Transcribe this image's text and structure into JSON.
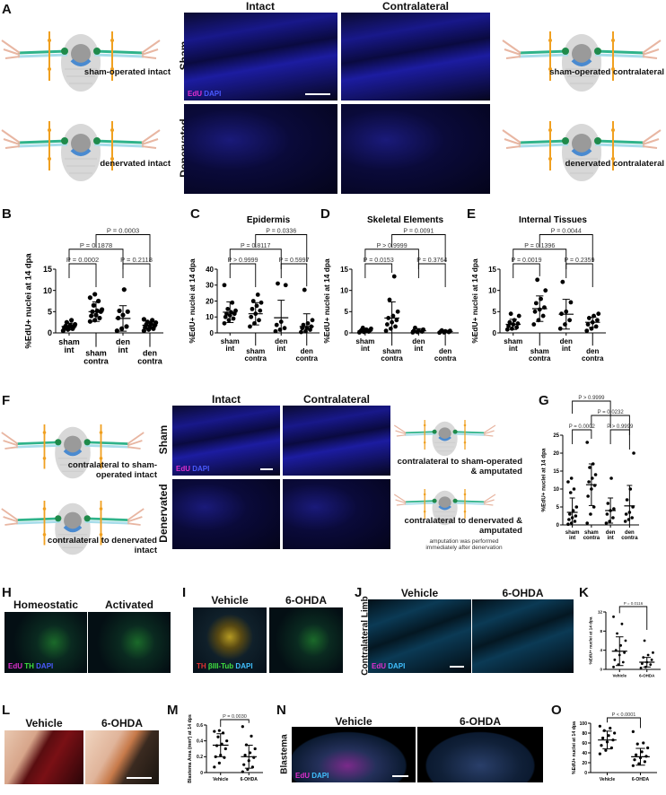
{
  "panels": {
    "A": "A",
    "B": "B",
    "C": "C",
    "D": "D",
    "E": "E",
    "F": "F",
    "G": "G",
    "H": "H",
    "I": "I",
    "J": "J",
    "K": "K",
    "L": "L",
    "M": "M",
    "N": "N",
    "O": "O"
  },
  "A": {
    "col_intact": "Intact",
    "col_contra": "Contralateral",
    "row_sham": "Sham",
    "row_den": "Denervated",
    "stain_edu": "EdU",
    "stain_dapi": "DAPI",
    "left_caps": [
      "sham-operated intact",
      "denervated intact"
    ],
    "right_caps": [
      "sham-operated contralateral",
      "denervated contralateral"
    ]
  },
  "F": {
    "col_intact": "Intact",
    "col_contra": "Contralateral",
    "row_sham": "Sham",
    "row_den": "Denervated",
    "stain_edu": "EdU",
    "stain_dapi": "DAPI",
    "left_caps": [
      "contralateral to sham-operated intact",
      "contralateral to denervated intact"
    ],
    "right_caps": [
      "contralateral to sham-operated & amputated",
      "contralateral to denervated & amputated"
    ],
    "note": "amputation was performed immediately after denervation"
  },
  "H": {
    "col1": "Homeostatic",
    "col2": "Activated",
    "stain_edu": "EdU",
    "stain_th": "TH",
    "stain_dapi": "DAPI"
  },
  "I": {
    "col1": "Vehicle",
    "col2": "6-OHDA",
    "stain_th": "TH",
    "stain_tub": "βIII-Tub",
    "stain_dapi": "DAPI"
  },
  "J": {
    "col1": "Vehicle",
    "col2": "6-OHDA",
    "row": "Contralateral Limb",
    "stain_edu": "EdU",
    "stain_dapi": "DAPI"
  },
  "L": {
    "col1": "Vehicle",
    "col2": "6-OHDA"
  },
  "N": {
    "col1": "Vehicle",
    "col2": "6-OHDA",
    "row": "Blastema",
    "stain_edu": "EdU",
    "stain_dapi": "DAPI"
  },
  "chart_data": [
    {
      "id": "B",
      "type": "scatter",
      "title": "",
      "ylabel": "%EdU+ nuclei at 14 dpa",
      "ylim": [
        0,
        15
      ],
      "yticks": [
        0,
        5,
        10,
        15
      ],
      "categories": [
        "sham int",
        "sham contra",
        "den int",
        "den contra"
      ],
      "points": [
        [
          0.5,
          0.8,
          1,
          1.2,
          1.4,
          1.5,
          1.6,
          1.8,
          2,
          2.5,
          3
        ],
        [
          2.7,
          3,
          3.5,
          4,
          4.2,
          5,
          5,
          5.2,
          5.5,
          6.5,
          7.5,
          8.3,
          9.1
        ],
        [
          0.5,
          1,
          1.5,
          3.5,
          4.2,
          5,
          5.2,
          10.2
        ],
        [
          0.5,
          0.8,
          1,
          1.3,
          1.5,
          1.7,
          2,
          2.2,
          2.4,
          2.6,
          3,
          3.2
        ]
      ],
      "means": [
        1.5,
        5,
        3.4,
        1.8
      ],
      "sd": [
        0.8,
        2.3,
        3,
        0.9
      ],
      "comparisons": [
        {
          "pair": [
            0,
            1
          ],
          "p": "P = 0.0002",
          "tier": 0
        },
        {
          "pair": [
            2,
            3
          ],
          "p": "P = 0.2118",
          "tier": 0
        },
        {
          "pair": [
            0,
            2
          ],
          "p": "P = 0.1878",
          "tier": 1
        },
        {
          "pair": [
            1,
            3
          ],
          "p": "P = 0.0003",
          "tier": 2
        }
      ]
    },
    {
      "id": "C",
      "type": "scatter",
      "title": "Epidermis",
      "ylabel": "%EdU+ nuclei at 14 dpa",
      "ylim": [
        0,
        40
      ],
      "yticks": [
        0,
        10,
        20,
        30,
        40
      ],
      "categories": [
        "sham int",
        "sham contra",
        "den int",
        "den contra"
      ],
      "points": [
        [
          6,
          8,
          9,
          10,
          11,
          12,
          12,
          13,
          14,
          15,
          19,
          30
        ],
        [
          4,
          6,
          8,
          10,
          12,
          14,
          15,
          17,
          19,
          20,
          24
        ],
        [
          1,
          2,
          3,
          5,
          7,
          30,
          31
        ],
        [
          0.5,
          1,
          2,
          3,
          3,
          4,
          5,
          6,
          8,
          27
        ]
      ],
      "means": [
        13,
        12,
        9.5,
        4
      ],
      "sd": [
        6.5,
        7,
        11,
        8
      ],
      "comparisons": [
        {
          "pair": [
            0,
            1
          ],
          "p": "P > 0.9999",
          "tier": 0
        },
        {
          "pair": [
            2,
            3
          ],
          "p": "P = 0.5997",
          "tier": 0
        },
        {
          "pair": [
            0,
            2
          ],
          "p": "P = 0.8117",
          "tier": 1
        },
        {
          "pair": [
            1,
            3
          ],
          "p": "P = 0.0336",
          "tier": 2
        }
      ]
    },
    {
      "id": "D",
      "type": "scatter",
      "title": "Skeletal Elements",
      "ylabel": "%EdU+ nuclei at 14 dpa",
      "ylim": [
        0,
        15
      ],
      "yticks": [
        0,
        5,
        10,
        15
      ],
      "categories": [
        "sham int",
        "sham contra",
        "den int",
        "den contra"
      ],
      "points": [
        [
          0.1,
          0.2,
          0.3,
          0.4,
          0.5,
          0.6,
          0.7,
          0.8,
          1,
          1.2
        ],
        [
          0.5,
          1,
          1.5,
          2,
          2.5,
          3,
          3.5,
          4,
          5,
          7.8,
          13.3
        ],
        [
          0.1,
          0.2,
          0.3,
          0.5,
          0.6,
          0.8,
          1.2
        ],
        [
          0.05,
          0.1,
          0.2,
          0.3,
          0.4,
          0.5,
          0.6
        ]
      ],
      "means": [
        0.5,
        3.5,
        0.5,
        0.3
      ],
      "sd": [
        0.4,
        3.8,
        0.5,
        0.3
      ],
      "comparisons": [
        {
          "pair": [
            0,
            1
          ],
          "p": "P = 0.0153",
          "tier": 0
        },
        {
          "pair": [
            2,
            3
          ],
          "p": "P = 0.3764",
          "tier": 0
        },
        {
          "pair": [
            0,
            2
          ],
          "p": "P > 0.9999",
          "tier": 1
        },
        {
          "pair": [
            1,
            3
          ],
          "p": "P = 0.0091",
          "tier": 2
        }
      ]
    },
    {
      "id": "E",
      "type": "scatter",
      "title": "Internal Tissues",
      "ylabel": "%EdU+ nuclei at 14 dpa",
      "ylim": [
        0,
        15
      ],
      "yticks": [
        0,
        5,
        10,
        15
      ],
      "categories": [
        "sham int",
        "sham contra",
        "den int",
        "den contra"
      ],
      "points": [
        [
          0.8,
          1,
          1.3,
          1.6,
          2,
          2.2,
          2.5,
          3,
          4,
          4.5
        ],
        [
          2,
          3,
          4,
          5,
          5.5,
          6,
          7,
          8,
          10,
          12.5
        ],
        [
          1,
          2,
          3,
          4.5,
          5,
          7.2,
          12
        ],
        [
          0.5,
          1,
          1.5,
          2,
          2.5,
          3,
          3.5,
          4,
          4.5
        ]
      ],
      "means": [
        2,
        5.7,
        4.4,
        2.5
      ],
      "sd": [
        1.2,
        3,
        3.5,
        1.2
      ],
      "comparisons": [
        {
          "pair": [
            0,
            1
          ],
          "p": "P = 0.0019",
          "tier": 0
        },
        {
          "pair": [
            2,
            3
          ],
          "p": "P = 0.2359",
          "tier": 0
        },
        {
          "pair": [
            0,
            2
          ],
          "p": "P = 0.1396",
          "tier": 1
        },
        {
          "pair": [
            1,
            3
          ],
          "p": "P = 0.0044",
          "tier": 2
        }
      ]
    },
    {
      "id": "G",
      "type": "scatter",
      "title": "",
      "ylabel": "%EdU+ nuclei at 14 dpa",
      "ylim": [
        0,
        25
      ],
      "yticks": [
        0,
        5,
        10,
        15,
        20,
        25
      ],
      "categories": [
        "sham int",
        "sham contra",
        "den int",
        "den contra"
      ],
      "points": [
        [
          0.2,
          0.5,
          1,
          1.5,
          2,
          2.5,
          3,
          4,
          5,
          9,
          10,
          12,
          13
        ],
        [
          0.5,
          3,
          5,
          8,
          10,
          11,
          12,
          13,
          14,
          16,
          17,
          23
        ],
        [
          0.5,
          1,
          2,
          3,
          4,
          4.5,
          6,
          13
        ],
        [
          1,
          1.5,
          2,
          3,
          3.5,
          5,
          7,
          10,
          20
        ]
      ],
      "means": [
        3.5,
        11.2,
        4,
        5.3
      ],
      "sd": [
        4,
        5.8,
        3.5,
        5.7
      ],
      "comparisons": [
        {
          "pair": [
            0,
            1
          ],
          "p": "P = 0.0002",
          "tier": 0
        },
        {
          "pair": [
            2,
            3
          ],
          "p": "P > 0.9999",
          "tier": 0
        },
        {
          "pair": [
            1,
            3
          ],
          "p": "P = 0.0232",
          "tier": 1
        },
        {
          "pair": [
            0,
            2
          ],
          "p": "P > 0.9999",
          "tier": 2
        }
      ]
    },
    {
      "id": "K",
      "type": "scatter",
      "title": "",
      "ylabel": "%EdU+ nuclei at 14 dpa",
      "ylim": [
        0,
        12
      ],
      "yticks": [
        0,
        4,
        8,
        12
      ],
      "categories": [
        "Vehicle",
        "6-OHDA"
      ],
      "points": [
        [
          0.5,
          1,
          1.5,
          2,
          3,
          3.5,
          4,
          5,
          6,
          7.5,
          9.5,
          11
        ],
        [
          0.3,
          0.5,
          1,
          1.2,
          1.5,
          2,
          2.5,
          3,
          3.5,
          6
        ]
      ],
      "means": [
        3.8,
        1.5
      ],
      "sd": [
        3,
        1
      ],
      "comparisons": [
        {
          "pair": [
            0,
            1
          ],
          "p": "P = 0.0116",
          "tier": 0
        }
      ]
    },
    {
      "id": "M",
      "type": "scatter",
      "title": "",
      "ylabel": "Blastema Area (mm²) at 14 dps",
      "ylim": [
        0,
        0.6
      ],
      "yticks": [
        0,
        0.2,
        0.4,
        0.6
      ],
      "categories": [
        "Vehicle",
        "6-OHDA"
      ],
      "points": [
        [
          0.07,
          0.12,
          0.19,
          0.2,
          0.22,
          0.3,
          0.34,
          0.36,
          0.4,
          0.45,
          0.5,
          0.52,
          0.53
        ],
        [
          0.01,
          0.04,
          0.07,
          0.1,
          0.15,
          0.19,
          0.22,
          0.25,
          0.3,
          0.35,
          0.46,
          0.58
        ]
      ],
      "means": [
        0.345,
        0.2
      ],
      "sd": [
        0.145,
        0.145
      ],
      "comparisons": [
        {
          "pair": [
            0,
            1
          ],
          "p": "P = 0.0030",
          "tier": 0
        }
      ]
    },
    {
      "id": "O",
      "type": "scatter",
      "title": "",
      "ylabel": "%EdU+ nuclei at 14 dpa",
      "ylim": [
        0,
        100
      ],
      "yticks": [
        0,
        20,
        40,
        60,
        80,
        100
      ],
      "categories": [
        "Vehicle",
        "6-OHDA"
      ],
      "points": [
        [
          38,
          45,
          50,
          55,
          62,
          66,
          70,
          75,
          80,
          85,
          90,
          94
        ],
        [
          14,
          18,
          22,
          26,
          30,
          33,
          36,
          42,
          50,
          58,
          60,
          83
        ]
      ],
      "means": [
        66,
        32
      ],
      "sd": [
        18,
        17
      ],
      "comparisons": [
        {
          "pair": [
            0,
            1
          ],
          "p": "P < 0.0001",
          "tier": 0
        }
      ]
    }
  ]
}
